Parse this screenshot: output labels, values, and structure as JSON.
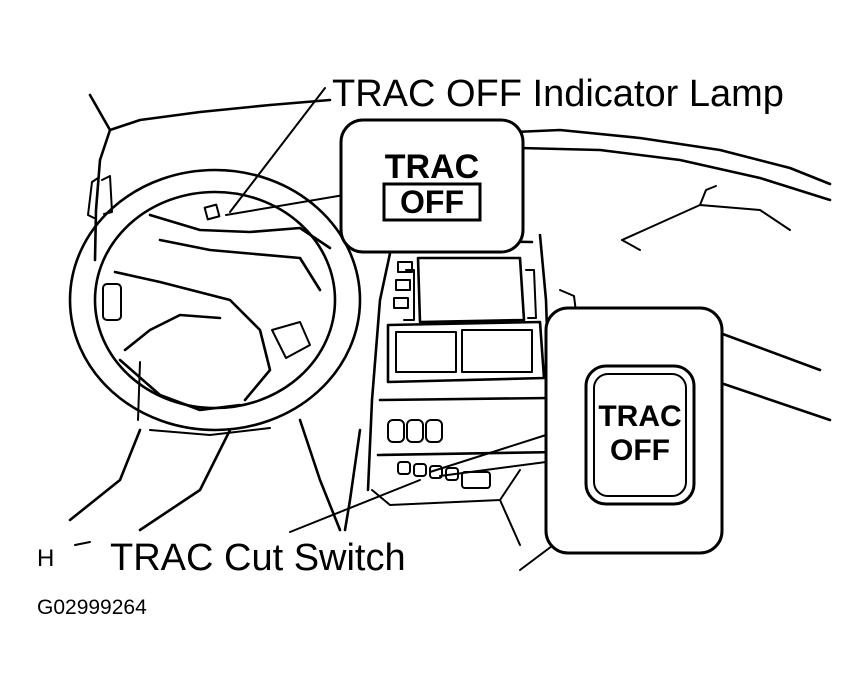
{
  "labels": {
    "indicator_lamp": "TRAC OFF Indicator Lamp",
    "cut_switch": "TRAC Cut Switch",
    "corner_mark": "H",
    "figure_code": "G02999264"
  },
  "callouts": {
    "lamp": {
      "line1": "TRAC",
      "line2": "OFF"
    },
    "switch": {
      "line1": "TRAC",
      "line2": "OFF"
    }
  }
}
